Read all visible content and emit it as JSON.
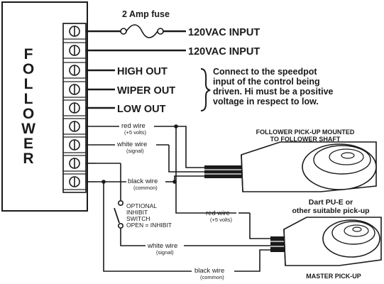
{
  "controller": {
    "letters": [
      "F",
      "O",
      "L",
      "L",
      "O",
      "W",
      "E",
      "R"
    ]
  },
  "fuse": {
    "label": "2 Amp fuse"
  },
  "terminals": {
    "t1": "120VAC INPUT",
    "t2": "120VAC INPUT",
    "t3": "HIGH OUT",
    "t4": "WIPER OUT",
    "t5": "LOW OUT"
  },
  "note": {
    "line1": "Connect to the speedpot",
    "line2": "input of the control being",
    "line3": "driven. Hi must be a positive",
    "line4": "voltage in respect to low."
  },
  "follower_wires": {
    "red": "red wire",
    "red_sub": "(+5 volts)",
    "white": "white wire",
    "white_sub": "(signal)",
    "black": "black wire",
    "black_sub": "(common)"
  },
  "inhibit": {
    "line1": "OPTIONAL",
    "line2": "INHIBIT",
    "line3": "SWITCH",
    "line4": "OPEN = INHIBIT"
  },
  "master_wires": {
    "red": "red wire",
    "red_sub": "(+5 volts)",
    "white": "white wire",
    "white_sub": "(signal)",
    "black": "black wire",
    "black_sub": "(common)"
  },
  "follower_pickup": {
    "line1": "FOLLOWER PICK-UP MOUNTED",
    "line2": "TO FOLLOWER SHAFT"
  },
  "dart": {
    "line1": "Dart PU-E or",
    "line2": "other suitable pick-up"
  },
  "master_pickup": {
    "label": "MASTER PICK-UP"
  }
}
